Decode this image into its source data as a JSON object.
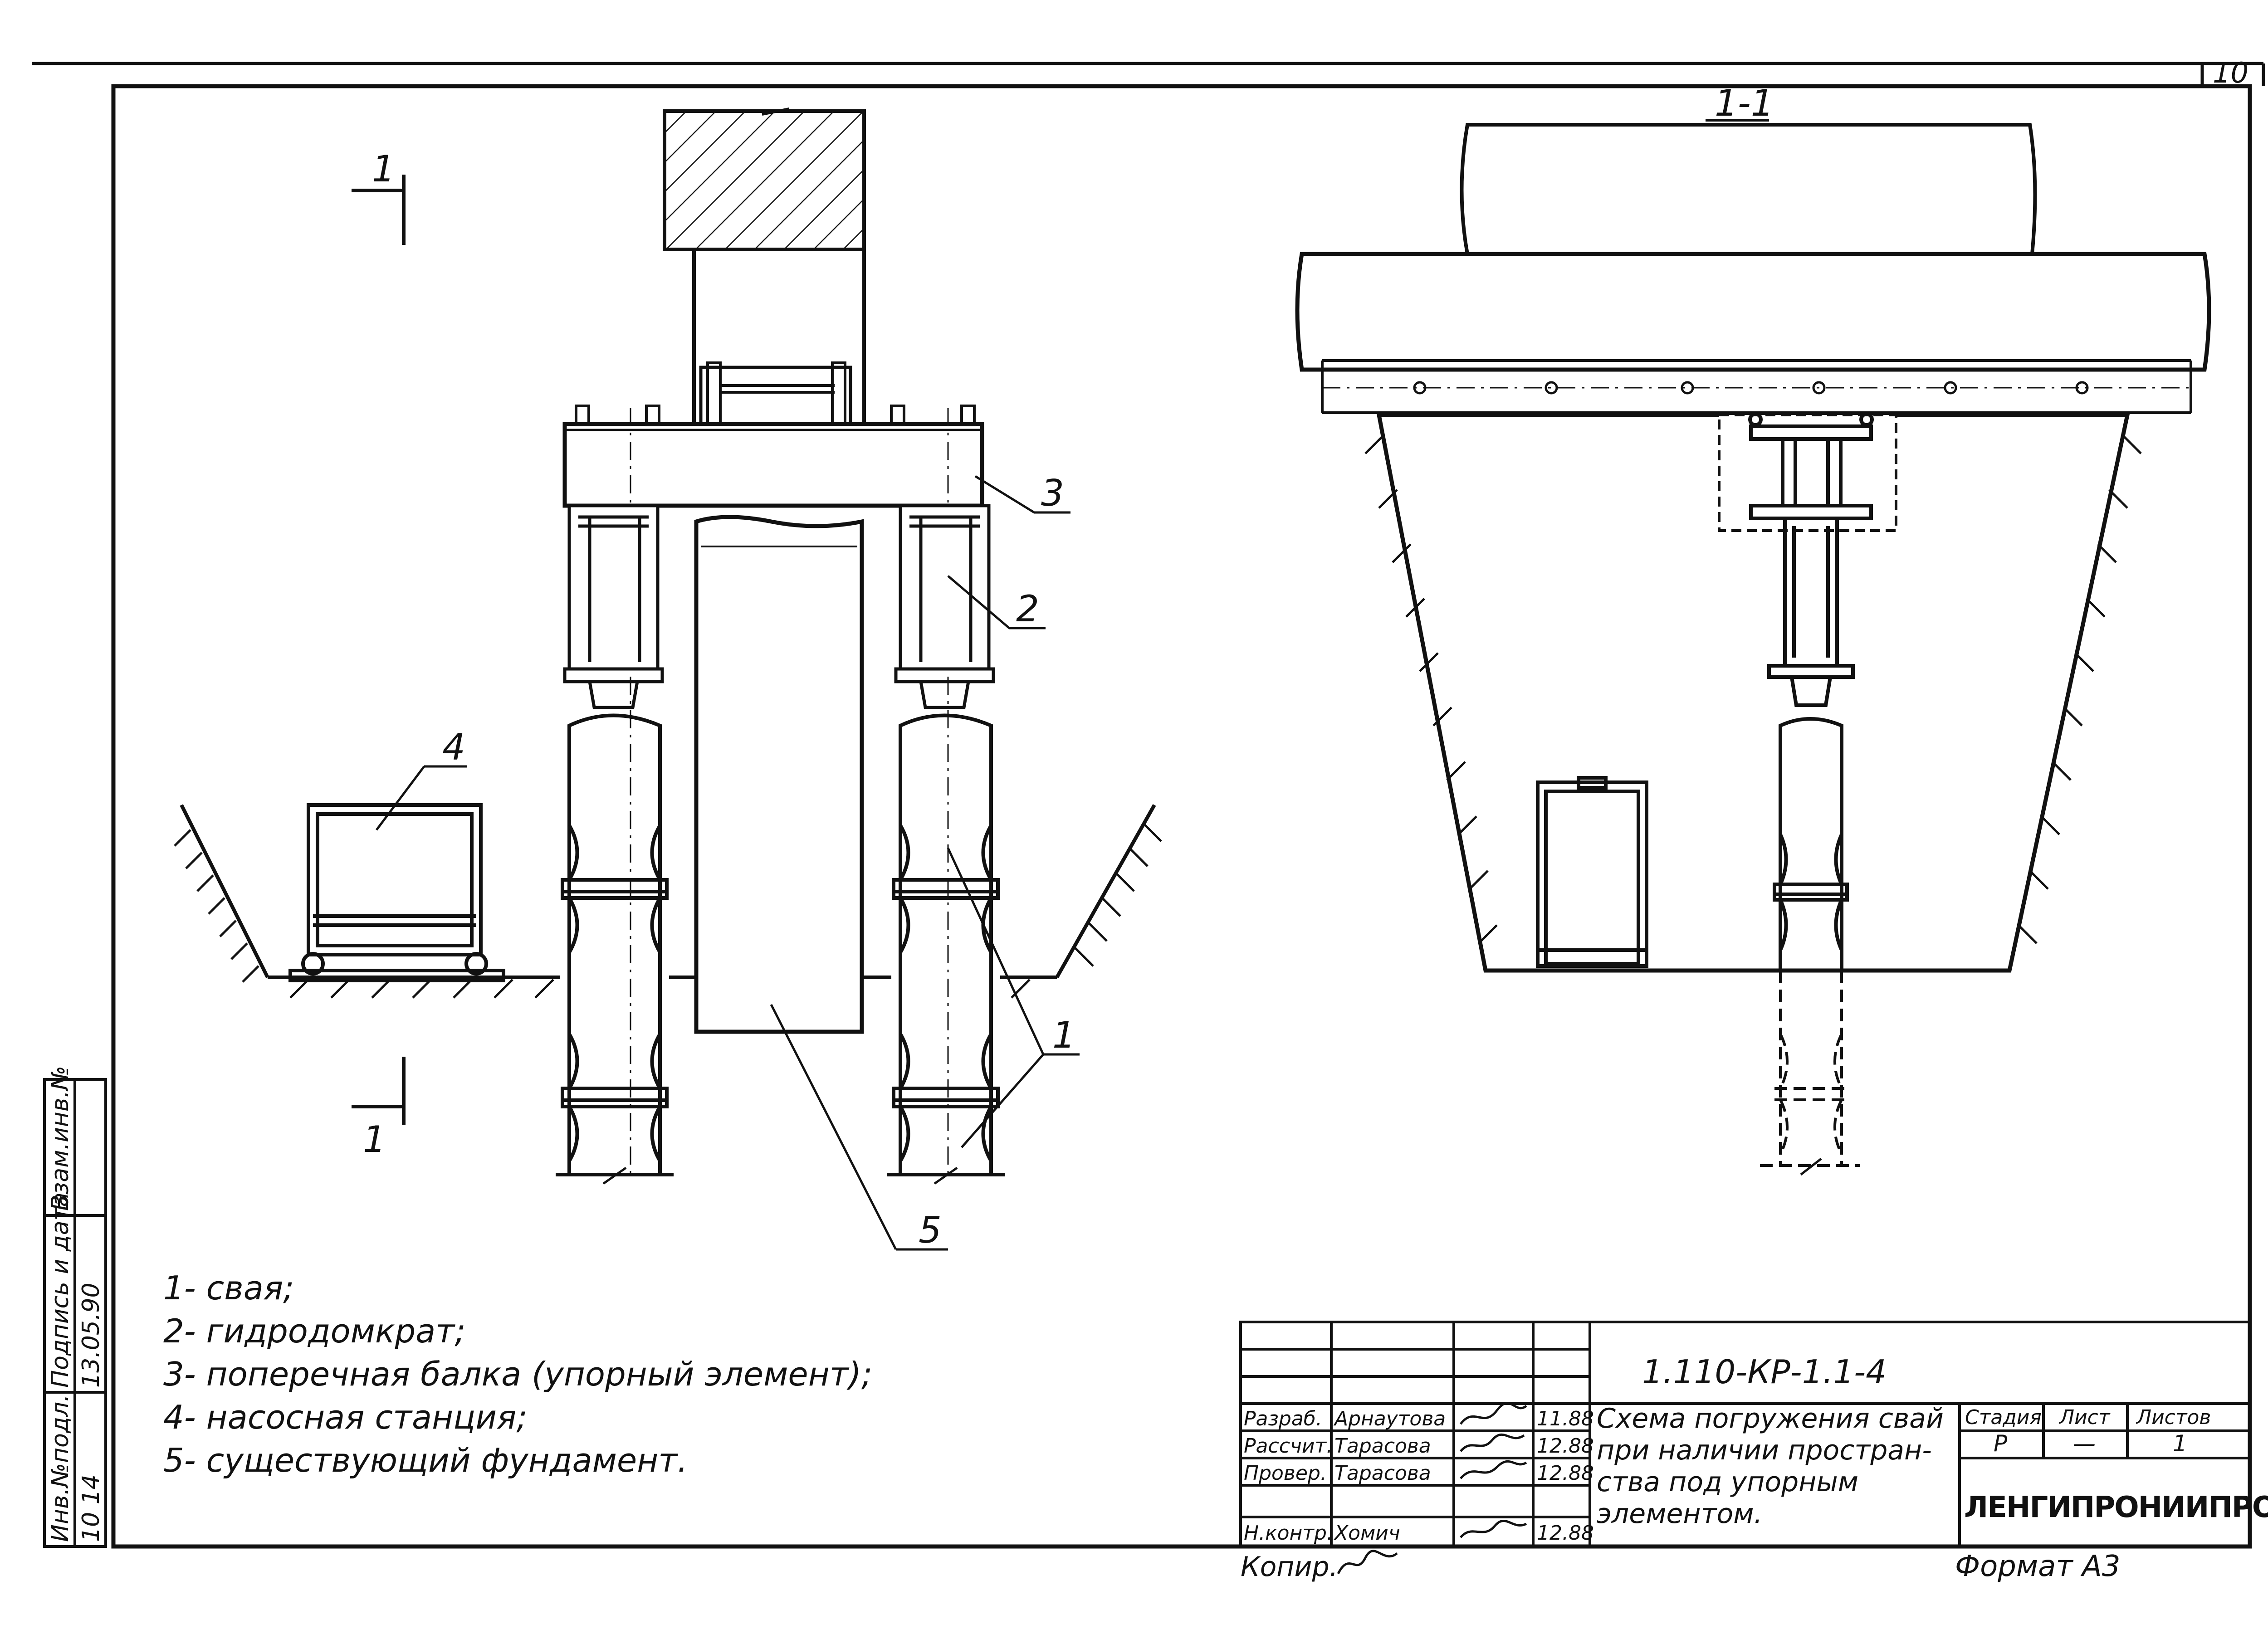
{
  "sheet": {
    "page_number": "10",
    "section_title": "1-1"
  },
  "section_marks": {
    "top": "1",
    "bottom": "1"
  },
  "callouts": {
    "pile_top": "1",
    "pile_label": "1",
    "jack": "2",
    "beam": "3",
    "pump": "4",
    "foundation": "5"
  },
  "legend": [
    "1- свая;",
    "2- гидродомкрат;",
    "3- поперечная балка (упорный элемент);",
    "4- насосная станция;",
    "5- существующий фундамент."
  ],
  "side_stamp": {
    "col1": "Инв.№подл.",
    "col2": "Подпись и дата",
    "col3": "Взам.инв.№",
    "inv_value": "10 14",
    "date_value": "13.05.90"
  },
  "title_block": {
    "doc_number": "1.110-КР-1.1-4",
    "rows": [
      {
        "role": "Разраб.",
        "name": "Арнаутова",
        "date": "11.88"
      },
      {
        "role": "Рассчит.",
        "name": "Тарасова",
        "date": "12.88"
      },
      {
        "role": "Провер.",
        "name": "Тарасова",
        "date": "12.88"
      },
      {
        "role": "Н.контр.",
        "name": "Хомич",
        "date": "12.88"
      }
    ],
    "title_lines": [
      "Схема погружения свай",
      "при наличии простран-",
      "ства под упорным",
      "элементом."
    ],
    "stage_header": "Стадия",
    "sheet_header": "Лист",
    "sheets_header": "Листов",
    "stage": "Р",
    "sheet": "—",
    "sheets": "1",
    "organization": "ЛЕНГИПРОНИИПРОЕКТ"
  },
  "footer": {
    "copy_label": "Копир.",
    "format_label": "Формат А3"
  }
}
